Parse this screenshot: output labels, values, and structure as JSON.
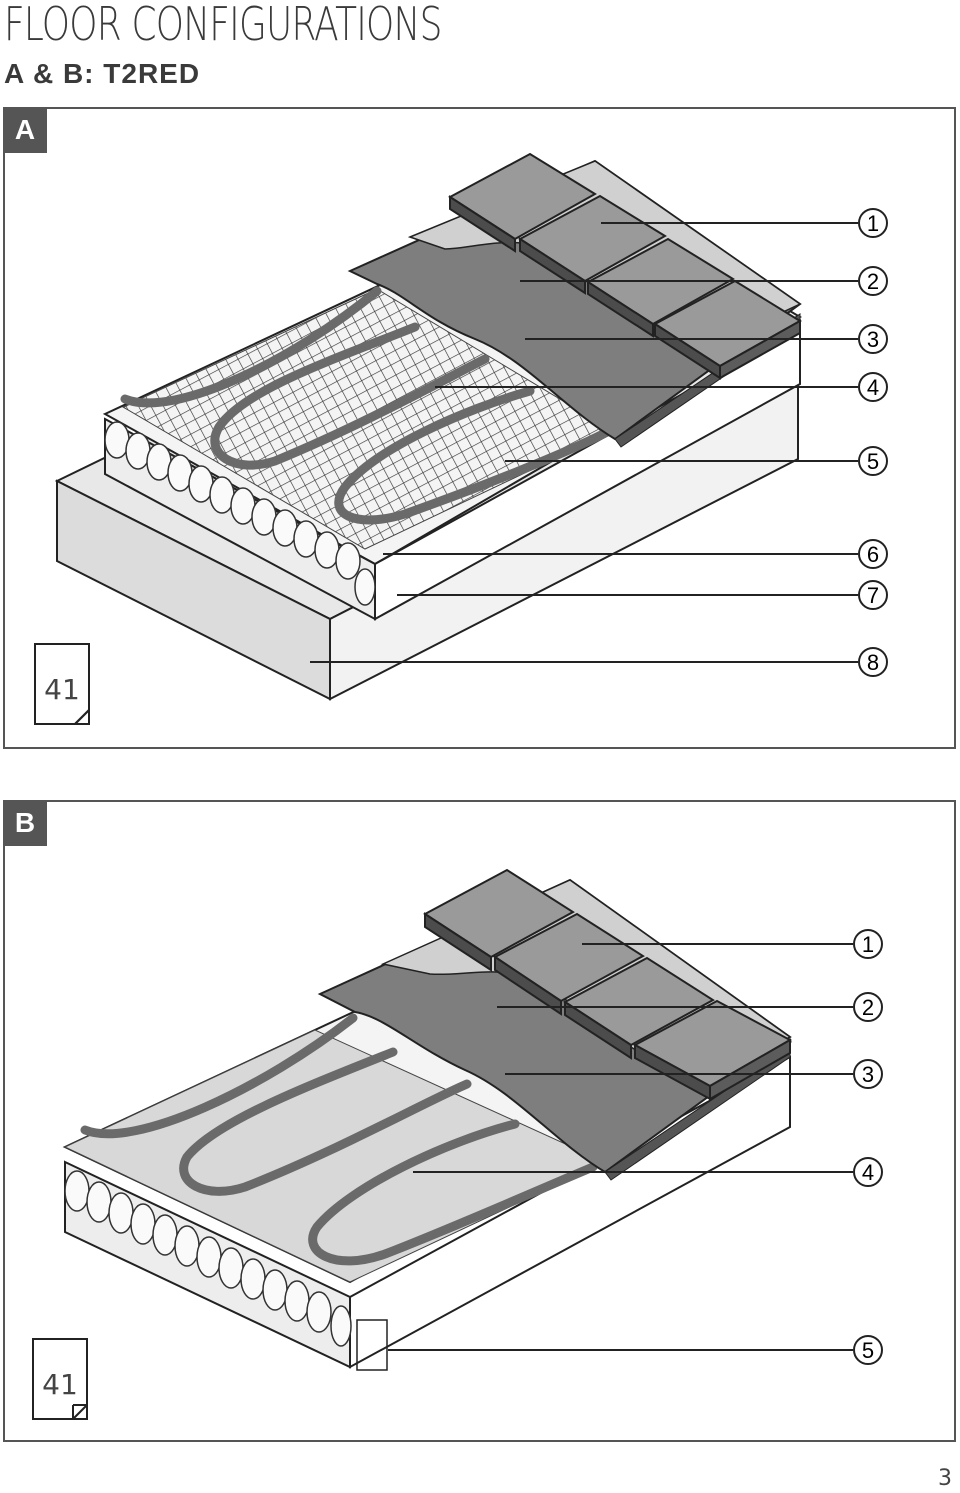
{
  "header": {
    "title": "FLOOR CONFIGURATIONS",
    "subtitle": "A & B: T2RED"
  },
  "panels": [
    {
      "label": "A",
      "doc_reference": "41",
      "callouts": [
        "1",
        "2",
        "3",
        "4",
        "5",
        "6",
        "7",
        "8"
      ]
    },
    {
      "label": "B",
      "doc_reference": "41",
      "callouts": [
        "1",
        "2",
        "3",
        "4",
        "5"
      ]
    }
  ],
  "page_number": "3",
  "colors": {
    "tile": "#9a9a9a",
    "tile_side": "#555555",
    "adhesive": "#808080",
    "screed": "#d2d2d2",
    "cable": "#6a6a6a",
    "insulation": "#e6e6e6",
    "subfloor": "#dcdcdc",
    "frame": "#555555"
  }
}
